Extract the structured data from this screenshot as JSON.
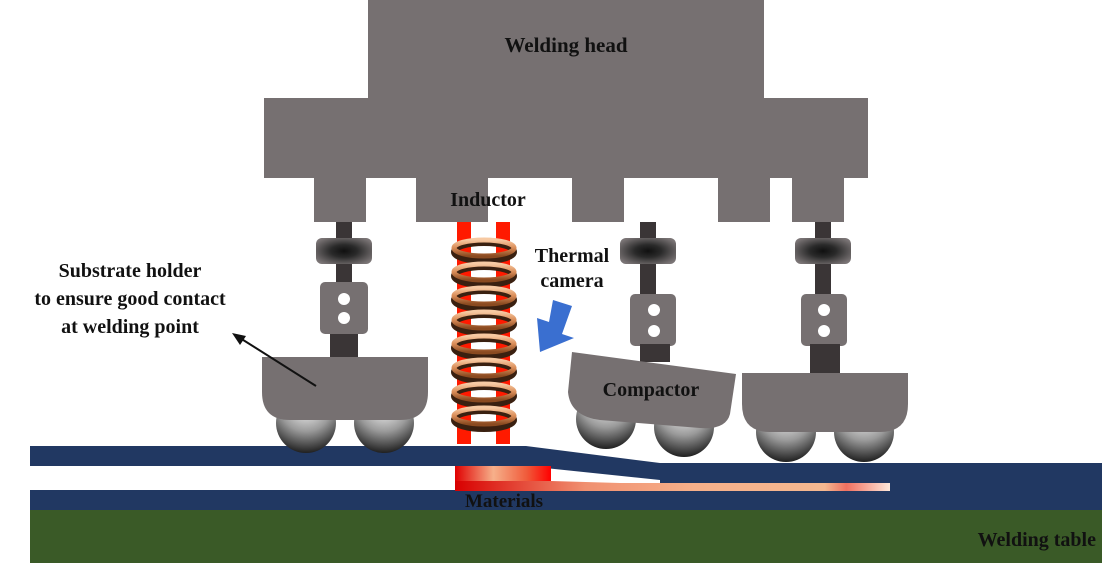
{
  "labels": {
    "welding_head": "Welding head",
    "inductor": "Inductor",
    "thermal_camera_line1": "Thermal",
    "thermal_camera_line2": "camera",
    "substrate_holder_line1": "Substrate holder",
    "substrate_holder_line2": "to ensure good contact",
    "substrate_holder_line3": "at welding point",
    "compactor": "Compactor",
    "materials": "Materials",
    "welding_table": "Welding table"
  },
  "colors": {
    "head_gray": "#767071",
    "rod_dark": "#3a3536",
    "substrate_navy": "#213862",
    "table_green": "#3a5a27",
    "inductor_red": "#ff1a00",
    "coil_copper": "#e8a070",
    "coil_dark": "#3a2010",
    "camera_arrow_blue": "#3a6fd0",
    "materials_hot": "#e00000",
    "materials_warm": "#f6b08a"
  },
  "components": [
    {
      "name": "substrate-holder",
      "type": "roller-assembly"
    },
    {
      "name": "inductor",
      "type": "coil-heater"
    },
    {
      "name": "compactor",
      "type": "roller-assembly"
    },
    {
      "name": "rear-roller",
      "type": "roller-assembly"
    }
  ]
}
